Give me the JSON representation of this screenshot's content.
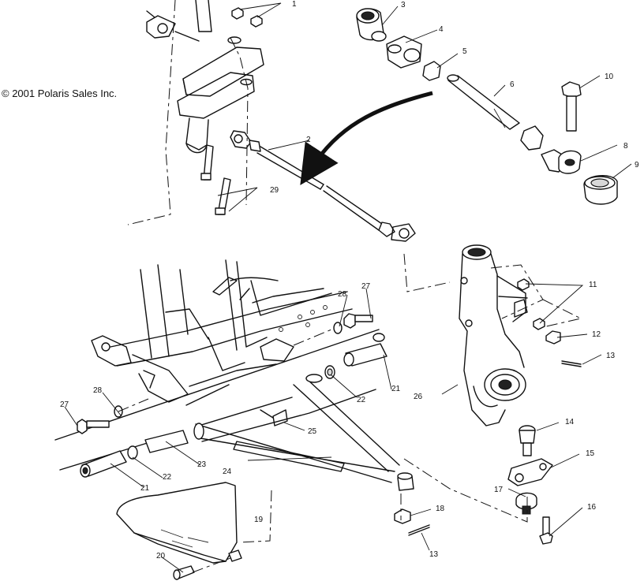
{
  "copyright": "© 2001 Polaris Sales Inc.",
  "callouts": [
    {
      "id": "c1",
      "text": "1"
    },
    {
      "id": "c2",
      "text": "2"
    },
    {
      "id": "c3",
      "text": "3"
    },
    {
      "id": "c4",
      "text": "4"
    },
    {
      "id": "c5",
      "text": "5"
    },
    {
      "id": "c6",
      "text": "6"
    },
    {
      "id": "c8",
      "text": "8"
    },
    {
      "id": "c9",
      "text": "9"
    },
    {
      "id": "c10",
      "text": "10"
    },
    {
      "id": "c11",
      "text": "11"
    },
    {
      "id": "c12",
      "text": "12"
    },
    {
      "id": "c13a",
      "text": "13"
    },
    {
      "id": "c13b",
      "text": "13"
    },
    {
      "id": "c14",
      "text": "14"
    },
    {
      "id": "c15",
      "text": "15"
    },
    {
      "id": "c16",
      "text": "16"
    },
    {
      "id": "c17",
      "text": "17"
    },
    {
      "id": "c18",
      "text": "18"
    },
    {
      "id": "c19",
      "text": "19"
    },
    {
      "id": "c20",
      "text": "20"
    },
    {
      "id": "c21a",
      "text": "21"
    },
    {
      "id": "c21b",
      "text": "21"
    },
    {
      "id": "c22a",
      "text": "22"
    },
    {
      "id": "c22b",
      "text": "22"
    },
    {
      "id": "c23",
      "text": "23"
    },
    {
      "id": "c24",
      "text": "24"
    },
    {
      "id": "c25",
      "text": "25"
    },
    {
      "id": "c26",
      "text": "26"
    },
    {
      "id": "c27a",
      "text": "27"
    },
    {
      "id": "c27b",
      "text": "27"
    },
    {
      "id": "c28a",
      "text": "28"
    },
    {
      "id": "c28b",
      "text": "28"
    },
    {
      "id": "c29",
      "text": "29"
    }
  ]
}
